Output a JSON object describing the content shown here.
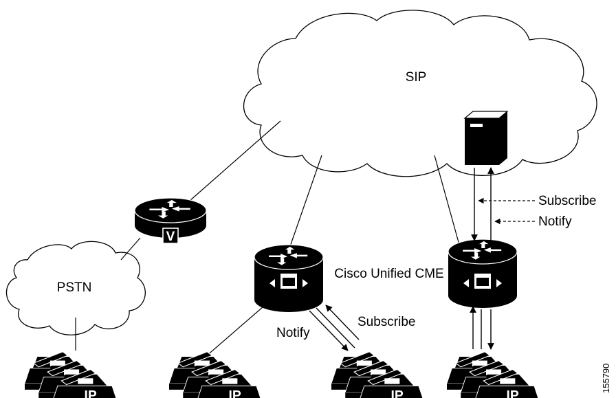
{
  "clouds": {
    "sip": "SIP",
    "pstn": "PSTN"
  },
  "devices": {
    "router_cme_center": "Cisco Unified CME",
    "voice_badge": "V"
  },
  "phone_badge": "IP",
  "messages": {
    "subscribe_top": "Subscribe",
    "notify_top": "Notify",
    "subscribe_bottom": "Subscribe",
    "notify_bottom": "Notify"
  },
  "figure_id": "155790"
}
